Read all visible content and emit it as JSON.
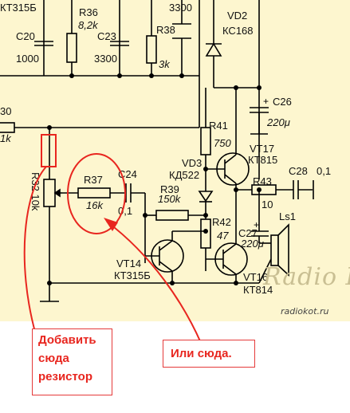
{
  "schematic": {
    "labels": {
      "kt315b_top": "КТ315Б",
      "r36": "R36",
      "r36_val": "8,2k",
      "c20": "C20",
      "c20_val": "1000",
      "c23": "C23",
      "c23_val": "3300",
      "r38": "R38",
      "r38_val": "3k",
      "top_val": "3300",
      "vd2": "VD2",
      "vd2_type": "КС168",
      "num30": "30",
      "k1": "1k",
      "c26": "C26",
      "c26_val": "220μ",
      "r41": "R41",
      "r41_val": "750",
      "vt17": "VT17",
      "vt17_type": "КТ815",
      "vd3": "VD3",
      "vd3_type": "КД522",
      "r37": "R37",
      "r37_val": "16k",
      "c24": "C24",
      "c24_val": "0,1",
      "r39": "R39",
      "r39_val": "150k",
      "r43": "R43",
      "r43_val": "10",
      "c28": "C28",
      "c28_val": "0,1",
      "r42": "R42",
      "r42_val": "47",
      "c27": "C27",
      "c27_val": "220μ",
      "ls1": "Ls1",
      "vt14": "VT14",
      "vt14_type": "КТ315Б",
      "vt16": "VT16",
      "vt16_type": "КТ814",
      "r32": "R32 10k"
    },
    "watermark": "Radio КОТ",
    "watermark_url": "radiokot.ru"
  },
  "annotations": {
    "note_left_lines": [
      "Добавить",
      "сюда",
      "резистор"
    ],
    "note_right": "Или сюда.",
    "accent_color": "#e8261f"
  }
}
